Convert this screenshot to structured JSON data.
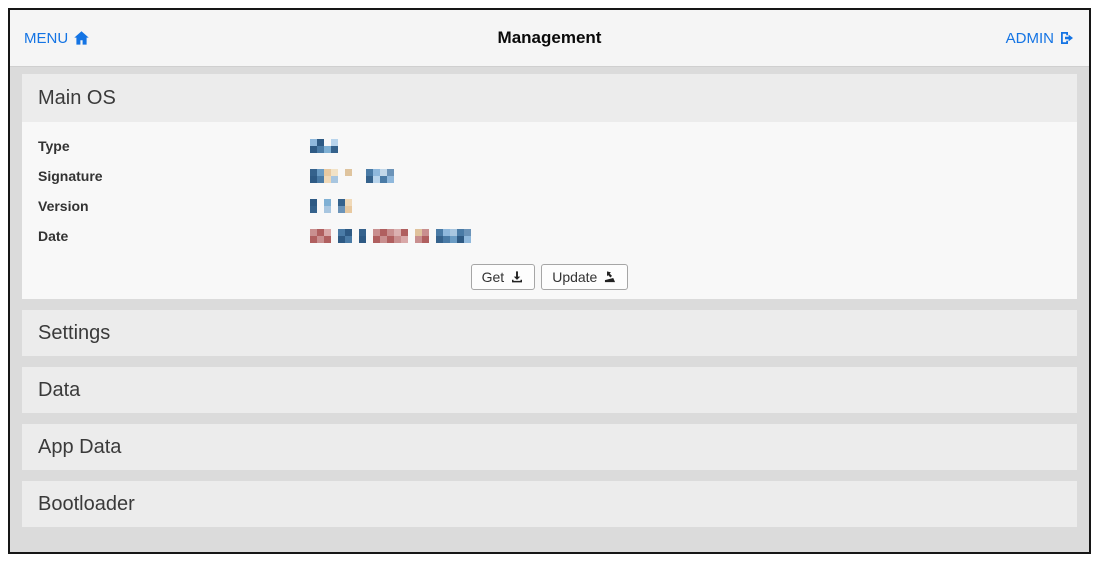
{
  "colors": {
    "link": "#1474e4",
    "header_bg": "#f5f5f5",
    "page_bg": "#dbdbdb",
    "section_bg": "#ececec",
    "body_bg": "#f8f8f8"
  },
  "header": {
    "menu": {
      "label": "MENU",
      "icon": "home-icon"
    },
    "title": "Management",
    "admin": {
      "label": "ADMIN",
      "icon": "sign-out-icon"
    }
  },
  "main_os": {
    "title": "Main OS",
    "fields": [
      {
        "label": "Type",
        "value": "redacted",
        "pixels_key": "type"
      },
      {
        "label": "Signature",
        "value": "redacted",
        "pixels_key": "signature"
      },
      {
        "label": "Version",
        "value": "redacted",
        "pixels_key": "version"
      },
      {
        "label": "Date",
        "value": "redacted",
        "pixels_key": "date"
      }
    ],
    "buttons": {
      "get_label": "Get",
      "get_icon": "download-icon",
      "update_label": "Update",
      "update_icon": "upload-icon"
    }
  },
  "collapsed_sections": [
    {
      "title": "Settings"
    },
    {
      "title": "Data"
    },
    {
      "title": "App Data"
    },
    {
      "title": "Bootloader"
    }
  ],
  "redacted_values": {
    "type": {
      "cell": 7,
      "rows": [
        [
          "#8fb8dc",
          "#2e5a84",
          "",
          "#b8d4ec"
        ],
        [
          "#2e5a84",
          "#4a7ba6",
          "#7fb0d4",
          "#35628c"
        ]
      ]
    },
    "signature": {
      "cell": 7,
      "rows": [
        [
          "#35628c",
          "#6b9cc4",
          "#e8c9a0",
          "#f2e2c6",
          "",
          "#dfc49e",
          "",
          "",
          "#4a7ba6",
          "#8fb8dc",
          "#c2d8ea",
          "#6b93b8"
        ],
        [
          "#2e5a84",
          "#4a7ba6",
          "#f0d9b8",
          "#a8c6e0",
          "",
          "",
          "",
          "",
          "#35628c",
          "#b8d4ec",
          "#4a7ba6",
          "#8fb8dc"
        ]
      ]
    },
    "version": {
      "cell": 7,
      "rows": [
        [
          "#2e5a84",
          "",
          "#7fb0d4",
          "",
          "#35628c",
          "#f0d9b8"
        ],
        [
          "#35628c",
          "",
          "#a8c6e0",
          "",
          "#6b93b8",
          "#e8c9a0"
        ]
      ]
    },
    "date": {
      "cell": 7,
      "rows": [
        [
          "#c98f8f",
          "#b05f5f",
          "#d9a8a8",
          "",
          "#4a7ba6",
          "#2e5a84",
          "",
          "#35628c",
          "",
          "#c98f8f",
          "#b05f5f",
          "#c98f8f",
          "#dbb0b0",
          "#b05f5f",
          "",
          "#e0c29c",
          "#c98f8f",
          "",
          "#4a7ba6",
          "#8fb8dc",
          "#a8c6e0",
          "#4a7ba6",
          "#6b93b8",
          ""
        ],
        [
          "#b05f5f",
          "#c98f8f",
          "#b05f5f",
          "",
          "#2e5a84",
          "#4a7ba6",
          "",
          "#2e5a84",
          "",
          "#b05f5f",
          "#c98f8f",
          "#b05f5f",
          "#c98f8f",
          "#d9a8a8",
          "",
          "#c98f8f",
          "#b05f5f",
          "",
          "#35628c",
          "#4a7ba6",
          "#6b9cc4",
          "#2e5a84",
          "#8fb8dc",
          ""
        ]
      ]
    }
  }
}
